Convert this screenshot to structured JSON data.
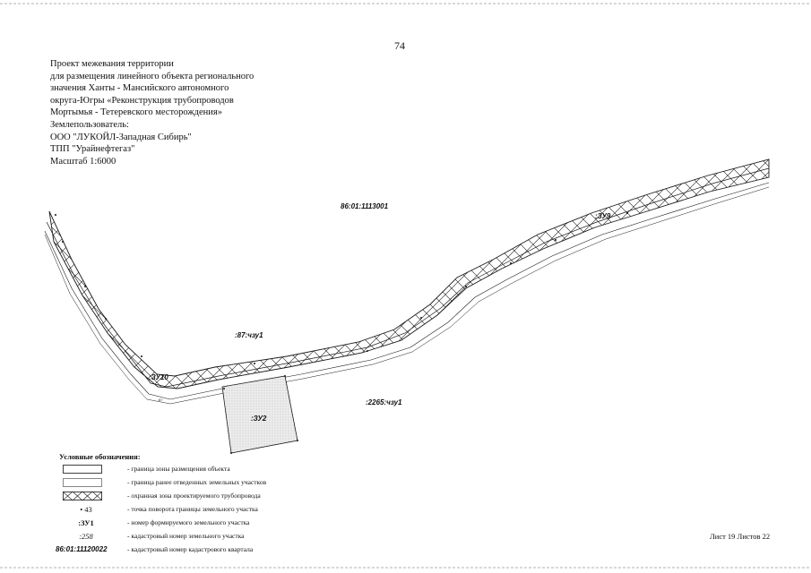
{
  "page_number": "74",
  "title_lines": [
    "Проект межевания территории",
    "для размещения линейного объекта регионального",
    "значения Ханты - Мансийского автономного",
    "округа-Югры «Реконструкция трубопроводов",
    "Мортымья - Тетеревского месторождения»",
    "Землепользователь:",
    "ООО \"ЛУКОЙЛ-Западная Сибирь\"",
    "ТПП \"Урайнефтегаз\"",
    "Масштаб 1:6000"
  ],
  "map_labels": {
    "quarter": "86:01:1113001",
    "parcel_87": ":87:чзу1",
    "parcel_2265": ":2265:чзу1",
    "zu2": ":ЗУ2",
    "zu10": ":ЗУ10",
    "zu9": ":ЗУ9",
    "label_87": ":87"
  },
  "legend": {
    "title": "Условные обозначения:",
    "items": [
      {
        "symbol": "",
        "text": "граница зоны размещения объекта"
      },
      {
        "symbol": "",
        "text": "граница ранее отведенных земельных участков"
      },
      {
        "symbol": "",
        "text": "охранная зона проектируемого трубопровода"
      },
      {
        "symbol": "•   43",
        "text": "точка поворота границы земельного участка"
      },
      {
        "symbol": ":ЗУ1",
        "text": "номер формируемого земельного участка"
      },
      {
        "symbol": ":258",
        "text": "кадастровый номер земельного участка"
      },
      {
        "symbol": "86:01:11120022",
        "text": "кадастровый номер кадастрового квартала"
      }
    ]
  },
  "sheet_info": "Лист 19 Листов 22",
  "colors": {
    "line": "#1a1a1a",
    "parcel_fill": "#e6e6e6",
    "background": "#ffffff"
  }
}
